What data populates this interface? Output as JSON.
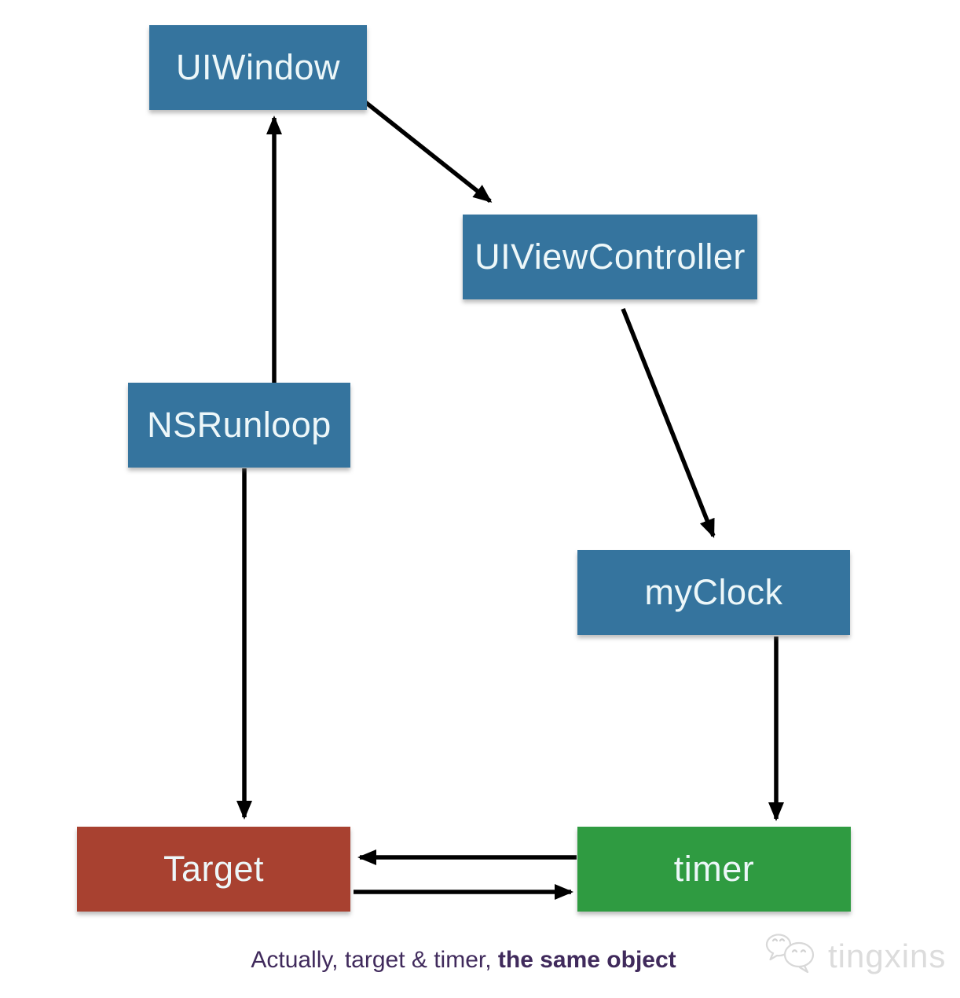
{
  "diagram": {
    "nodes": [
      {
        "id": "uiwindow",
        "label": "UIWindow",
        "color": "#35749E",
        "shape": "rect"
      },
      {
        "id": "uiviewcontroller",
        "label": "UIViewController",
        "color": "#35749E",
        "shape": "rect"
      },
      {
        "id": "nsrunloop",
        "label": "NSRunloop",
        "color": "#35749E",
        "shape": "rect"
      },
      {
        "id": "myclock",
        "label": "myClock",
        "color": "#35749E",
        "shape": "rect"
      },
      {
        "id": "target",
        "label": "Target",
        "color": "#A84130",
        "shape": "rect"
      },
      {
        "id": "timer",
        "label": "timer",
        "color": "#2F9B41",
        "shape": "rect"
      }
    ],
    "edges": [
      {
        "from": "nsrunloop",
        "to": "uiwindow",
        "style": "arrow"
      },
      {
        "from": "uiwindow",
        "to": "uiviewcontroller",
        "style": "arrow"
      },
      {
        "from": "uiviewcontroller",
        "to": "myclock",
        "style": "arrow"
      },
      {
        "from": "myclock",
        "to": "timer",
        "style": "arrow"
      },
      {
        "from": "nsrunloop",
        "to": "target",
        "style": "arrow"
      },
      {
        "from": "timer",
        "to": "target",
        "style": "arrow"
      },
      {
        "from": "target",
        "to": "timer",
        "style": "arrow"
      }
    ],
    "arrow_color": "#000000"
  },
  "caption": {
    "regular": "Actually, target & timer, ",
    "bold": "the same object"
  },
  "watermark": {
    "text": "tingxins"
  },
  "colors": {
    "background": "#FFFFFF",
    "box_blue": "#35749E",
    "box_red": "#A84130",
    "box_green": "#2F9B41",
    "box_text": "#EDF7F9",
    "caption_text": "#402A5C",
    "watermark_gray": "#DCDCDC"
  }
}
